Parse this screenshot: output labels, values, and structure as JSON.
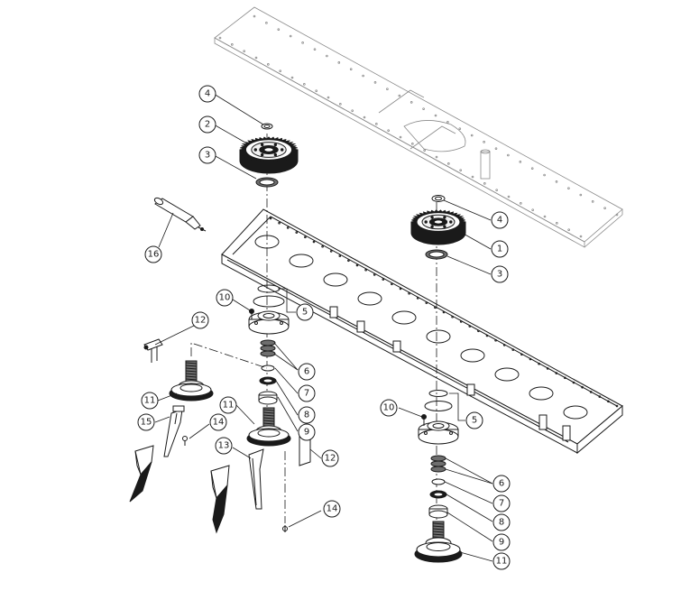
{
  "callouts": [
    {
      "id": "c4a",
      "label": "4"
    },
    {
      "id": "c2",
      "label": "2"
    },
    {
      "id": "c3a",
      "label": "3"
    },
    {
      "id": "c16",
      "label": "16"
    },
    {
      "id": "c4b",
      "label": "4"
    },
    {
      "id": "c1",
      "label": "1"
    },
    {
      "id": "c3b",
      "label": "3"
    },
    {
      "id": "c10a",
      "label": "10"
    },
    {
      "id": "c5a",
      "label": "5"
    },
    {
      "id": "c12a",
      "label": "12"
    },
    {
      "id": "c6a",
      "label": "6"
    },
    {
      "id": "c7a",
      "label": "7"
    },
    {
      "id": "c8a",
      "label": "8"
    },
    {
      "id": "c9a",
      "label": "9"
    },
    {
      "id": "c11a",
      "label": "11"
    },
    {
      "id": "c11b",
      "label": "11"
    },
    {
      "id": "c14a",
      "label": "14"
    },
    {
      "id": "c15",
      "label": "15"
    },
    {
      "id": "c13",
      "label": "13"
    },
    {
      "id": "c12b",
      "label": "12"
    },
    {
      "id": "c14b",
      "label": "14"
    },
    {
      "id": "c10b",
      "label": "10"
    },
    {
      "id": "c5b",
      "label": "5"
    },
    {
      "id": "c6b",
      "label": "6"
    },
    {
      "id": "c7b",
      "label": "7"
    },
    {
      "id": "c8b",
      "label": "8"
    },
    {
      "id": "c9b",
      "label": "9"
    },
    {
      "id": "c11c",
      "label": "11"
    }
  ],
  "colors": {
    "line": "#1a1a1a",
    "faint": "#8a8a8a",
    "background": "#ffffff",
    "blade": "#1a1a1a"
  }
}
